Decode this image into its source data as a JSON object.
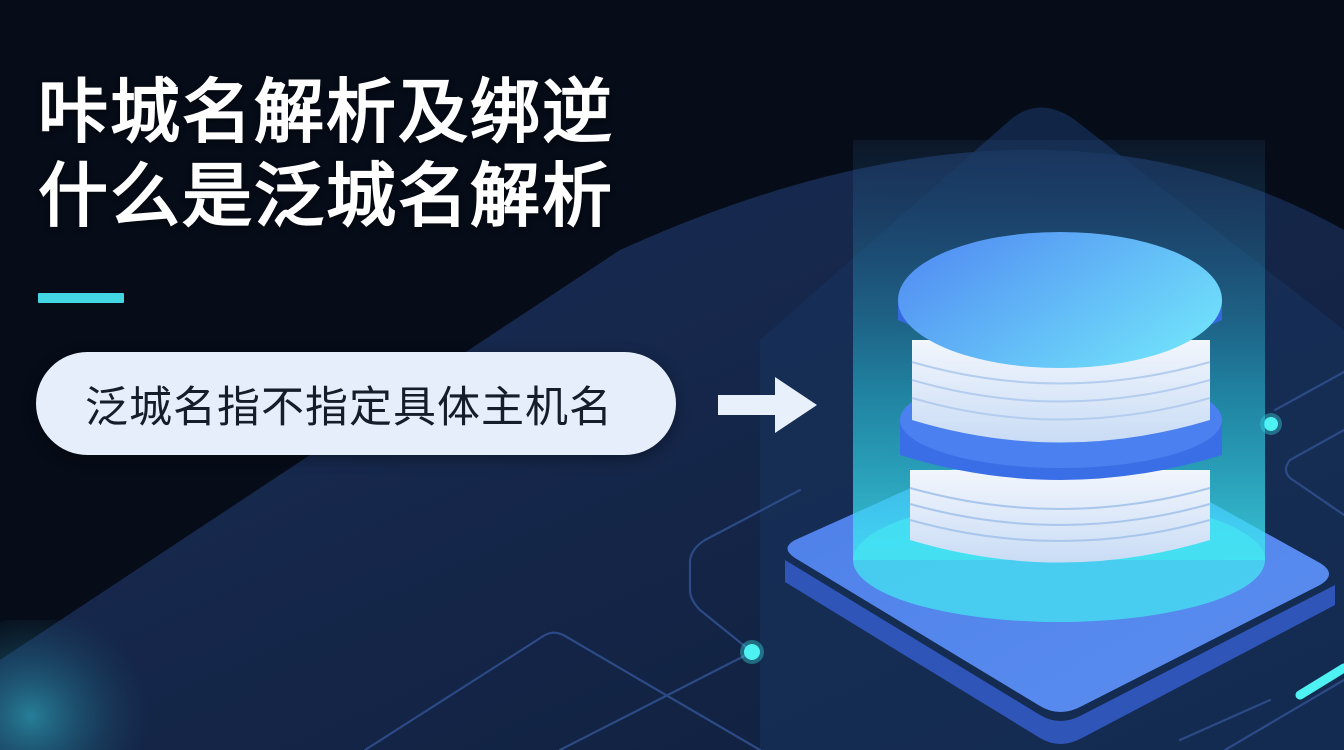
{
  "title": {
    "line1": "咔城名解析及绑逆",
    "line2": "什么是泛城名解析"
  },
  "callout": {
    "text": "泛城名指不指定具体主机名"
  },
  "icons": {
    "arrow": "arrow-right-icon",
    "server": "database-server-icon"
  },
  "colors": {
    "background": "#060c18",
    "panel": "#152648",
    "accent_cyan": "#43d7e3",
    "pill_bg": "#e6eefb",
    "disk_blue": "#4a7ff0",
    "disk_light": "#6ad3f8",
    "base_blue": "#3f6ee0"
  }
}
